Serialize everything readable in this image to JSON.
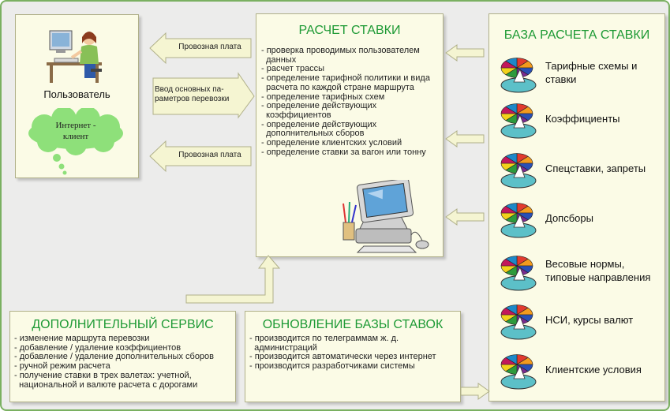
{
  "user_panel": {
    "label": "Пользователь",
    "cloud_text": "Интернет -\nклиент"
  },
  "arrows": {
    "top_label": "Провозная плата",
    "middle_label": "Ввод основных па-\nраметров перевозки",
    "bottom_label": "Провозная плата"
  },
  "calc": {
    "title": "РАСЧЕТ СТАВКИ",
    "items": [
      "- проверка проводимых пользователем",
      "  данных",
      "- расчет трассы",
      "- определение тарифной политики и вида",
      "  расчета по каждой стране маршрута",
      "- определение тарифных схем",
      "- определение действующих",
      "  коэффициентов",
      "- определение действующих",
      "  дополнительных сборов",
      "- определение клиентских условий",
      "- определение ставки за вагон или тонну"
    ]
  },
  "base": {
    "title": "БАЗА РАСЧЕТА СТАВКИ",
    "items": [
      "Тарифные схемы и\nставки",
      "Коэффициенты",
      "Спецставки, запреты",
      "Допсборы",
      "Весовые нормы,\nтиповые направления",
      "НСИ, курсы валют",
      "Клиентские условия"
    ]
  },
  "service": {
    "title": "ДОПОЛНИТЕЛЬНЫЙ СЕРВИС",
    "items": [
      "- изменение маршрута перевозки",
      "- добавление / удаление коэффициентов",
      "- добавление / удаление дополнительных сборов",
      "- ручной режим расчета",
      "- получение ставки в трех валетах: учетной,",
      "  национальной и валюте расчета с дорогами"
    ]
  },
  "update": {
    "title": "ОБНОВЛЕНИЕ БАЗЫ СТАВОК",
    "items": [
      "- производится по телеграммам ж. д.",
      "  администраций",
      "- производится автоматически через интернет",
      "- производится разработчиками системы"
    ]
  },
  "colors": {
    "title_green": "#1e9a35",
    "panel_fill": "#fbfbe6",
    "arrow_fill": "#f5f5d2",
    "border_green": "#7ab061"
  },
  "icons": {
    "user": "person-at-computer-icon",
    "cloud": "thought-cloud-icon",
    "computer": "computer-clipart-icon",
    "database": "pie-chart-database-icon"
  }
}
